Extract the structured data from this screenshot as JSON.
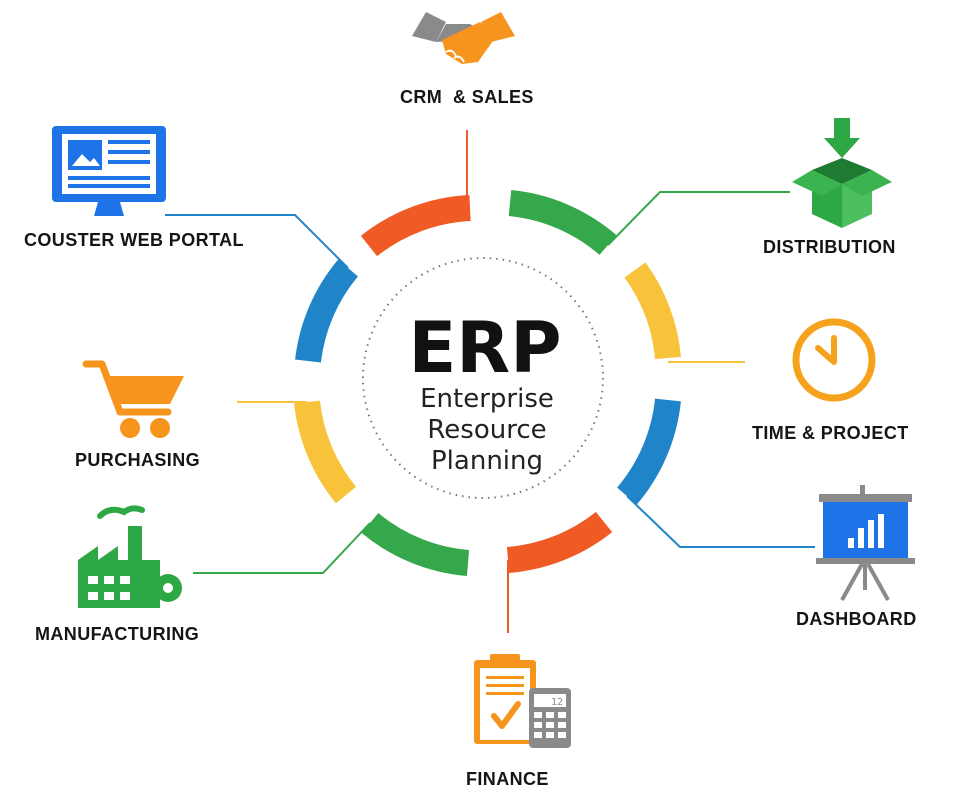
{
  "center": {
    "title": "ERP",
    "subtitle_lines": [
      "Enterprise",
      "Resource",
      "Planning"
    ]
  },
  "modules": {
    "crm": "CRM  & SALES",
    "distribution": "DISTRIBUTION",
    "time_project": "TIME & PROJECT",
    "dashboard": "DASHBOARD",
    "finance": "FINANCE",
    "manufacturing": "MANUFACTURING",
    "purchasing": "PURCHASING",
    "portal": "COUSTER WEB PORTAL"
  },
  "calculator_display": "12",
  "colors": {
    "orange": "#f05a24",
    "green": "#34a84a",
    "yellow": "#f8c33a",
    "blue": "#1f84c8",
    "gray": "#8a8a8a",
    "icon_orange": "#f7941d",
    "icon_blue": "#1e73e8"
  },
  "icons": [
    "handshake-icon",
    "open-box-icon",
    "clock-icon",
    "presentation-board-icon",
    "clipboard-calculator-icon",
    "factory-icon",
    "shopping-cart-icon",
    "monitor-icon"
  ]
}
